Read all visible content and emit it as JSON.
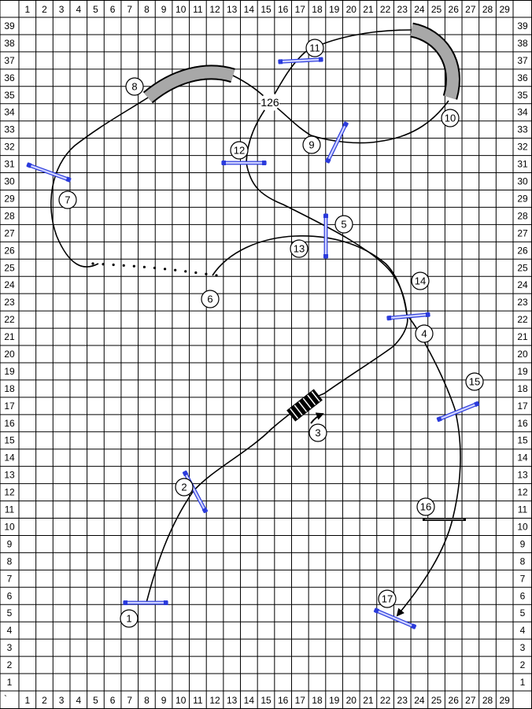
{
  "grid": {
    "columns": [
      "1",
      "2",
      "3",
      "4",
      "5",
      "6",
      "7",
      "8",
      "9",
      "10",
      "11",
      "12",
      "13",
      "14",
      "15",
      "16",
      "17",
      "18",
      "19",
      "20",
      "21",
      "22",
      "23",
      "24",
      "25",
      "26",
      "27",
      "28",
      "29"
    ],
    "rows": [
      "39",
      "38",
      "37",
      "36",
      "35",
      "34",
      "33",
      "32",
      "31",
      "30",
      "29",
      "28",
      "27",
      "26",
      "25",
      "24",
      "23",
      "22",
      "21",
      "20",
      "19",
      "18",
      "17",
      "16",
      "15",
      "14",
      "13",
      "12",
      "11",
      "10",
      "9",
      "8",
      "7",
      "6",
      "5",
      "4",
      "3",
      "2",
      "1"
    ],
    "corner_mark": "`"
  },
  "course": {
    "center_label": "126",
    "obstacles": [
      {
        "num": "1",
        "type": "jump"
      },
      {
        "num": "2",
        "type": "jump"
      },
      {
        "num": "3",
        "type": "dogwalk-ramp"
      },
      {
        "num": "4",
        "type": "jump"
      },
      {
        "num": "5",
        "type": "jump"
      },
      {
        "num": "6",
        "type": "tunnel-dotted"
      },
      {
        "num": "7",
        "type": "jump"
      },
      {
        "num": "8",
        "type": "tunnel"
      },
      {
        "num": "9",
        "type": "jump"
      },
      {
        "num": "10",
        "type": "tunnel"
      },
      {
        "num": "11",
        "type": "jump"
      },
      {
        "num": "12",
        "type": "jump"
      },
      {
        "num": "13",
        "type": "jump"
      },
      {
        "num": "14",
        "type": "jump"
      },
      {
        "num": "15",
        "type": "jump"
      },
      {
        "num": "16",
        "type": "panel"
      },
      {
        "num": "17",
        "type": "jump"
      }
    ]
  },
  "colors": {
    "grid": "#000000",
    "jump": "#2b3bdc",
    "tunnel_fill": "#a8a8a8",
    "path": "#000000"
  }
}
